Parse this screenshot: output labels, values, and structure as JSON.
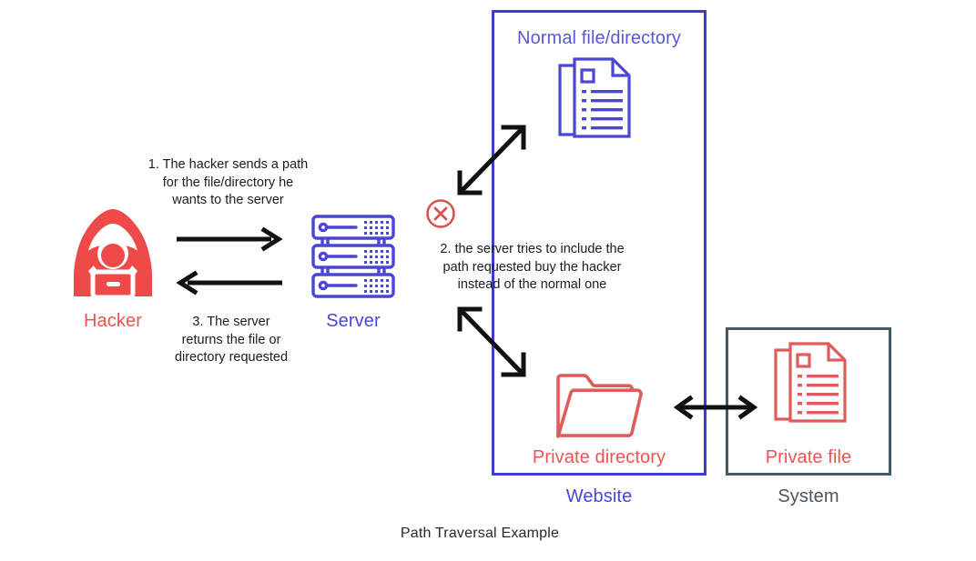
{
  "diagram": {
    "caption": "Path Traversal Example",
    "colors": {
      "red": "#e8505b",
      "red_label": "#ef5350",
      "blue": "#4a47d5",
      "blue_border": "#3f3ad0",
      "dark_border": "#455a64",
      "dark_label": "#4a5560",
      "arrow_black": "#111111",
      "background": "#ffffff"
    },
    "entities": [
      {
        "id": "hacker",
        "label": "Hacker",
        "icon": "hacker-hooded-figure-icon",
        "color": "#ef5350"
      },
      {
        "id": "server",
        "label": "Server",
        "icon": "server-rack-icon",
        "color": "#4a47d5"
      },
      {
        "id": "website",
        "label": "Website",
        "icon": "website-boundary-box",
        "color": "#4a47d5"
      },
      {
        "id": "system",
        "label": "System",
        "icon": "system-boundary-box",
        "color": "#4a5560"
      }
    ],
    "steps": [
      {
        "number": "1",
        "text": "1. The hacker sends a path\nfor the file/directory he\nwants to the server"
      },
      {
        "number": "2",
        "text": "2. the server tries to include the\npath requested buy the hacker\ninstead of the normal one"
      },
      {
        "number": "3",
        "text": "3. The server\nreturns the file or\ndirectory requested"
      }
    ],
    "website_box": {
      "normal_resource_label": "Normal file/directory",
      "normal_resource_icon": "documents-stack-icon",
      "private_resource_label": "Private directory",
      "private_resource_icon": "open-folder-icon",
      "outer_label": "Website"
    },
    "system_box": {
      "private_file_label": "Private file",
      "private_file_icon": "documents-stack-icon",
      "outer_label": "System"
    },
    "blocked_marker": {
      "icon": "circle-x-blocked-icon",
      "color": "#d9534f",
      "meaning": "blocked"
    },
    "connectors": [
      {
        "id": "hacker-to-server",
        "icon": "arrow-right-icon",
        "direction": "right"
      },
      {
        "id": "server-to-hacker",
        "icon": "arrow-left-icon",
        "direction": "left"
      },
      {
        "id": "server-to-normal-file",
        "icon": "double-arrow-diagonal-up-icon",
        "direction": "both"
      },
      {
        "id": "server-to-private-dir",
        "icon": "double-arrow-diagonal-down-icon",
        "direction": "both"
      },
      {
        "id": "website-to-system",
        "icon": "double-arrow-horizontal-icon",
        "direction": "both"
      }
    ]
  }
}
